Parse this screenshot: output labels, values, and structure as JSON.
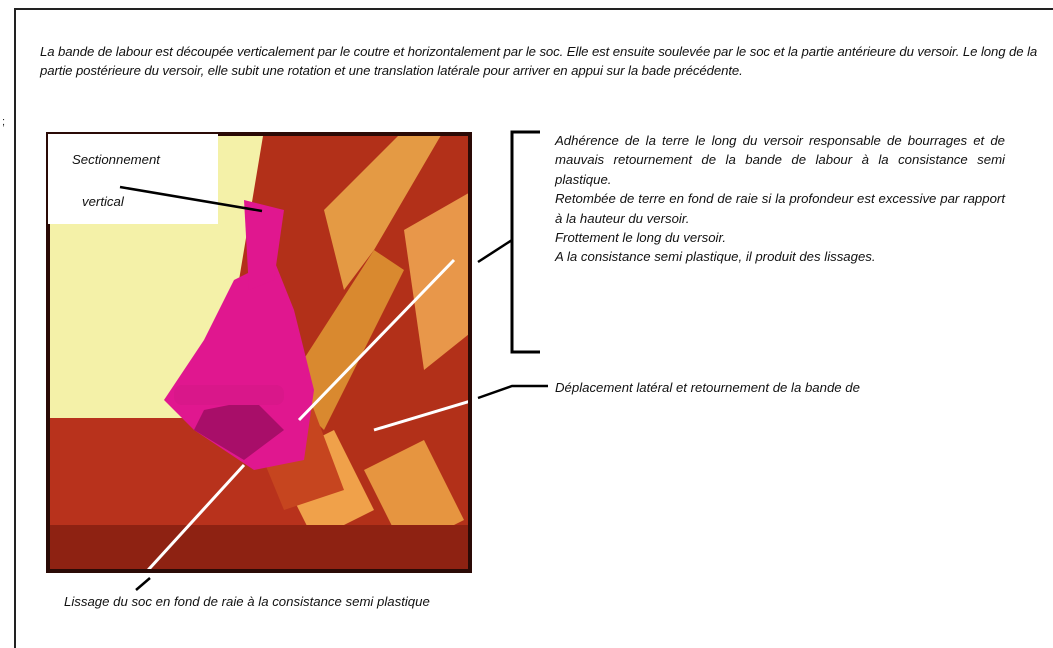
{
  "intro_text": "La bande de labour est découpée verticalement par le coutre et horizontalement par le soc. Elle est ensuite soulevée par le soc et la partie antérieure du versoir. Le long de la partie postérieure du versoir, elle subit une rotation et une translation latérale pour arriver en appui sur la bade précédente.",
  "margin_mark": ";",
  "labels": {
    "sectionnement_line1": "Sectionnement",
    "sectionnement_line2": "vertical",
    "block_items": [
      "Adhérence de la terre le long du versoir responsable de bourrages et de mauvais retournement de la bande de labour à la consistance semi plastique.",
      "Retombée de terre en fond de raie si la profondeur est excessive par rapport à la hauteur du versoir.",
      "Frottement le long du versoir.",
      "A la consistance semi plastique, il produit des lissages."
    ],
    "deplacement": "Déplacement latéral et retournement de la bande de",
    "lissage": "Lissage du soc en fond de raie à la consistance semi plastique"
  },
  "colors": {
    "soil_yellow": "#f4f1a8",
    "soil_red": "#b8321c",
    "soil_dark": "#8e2212",
    "furrow_orange": "#d9892f",
    "furrow_light": "#f0a14a",
    "plough_magenta": "#e0178f",
    "arrow": "#ffffff",
    "line": "#000000"
  }
}
